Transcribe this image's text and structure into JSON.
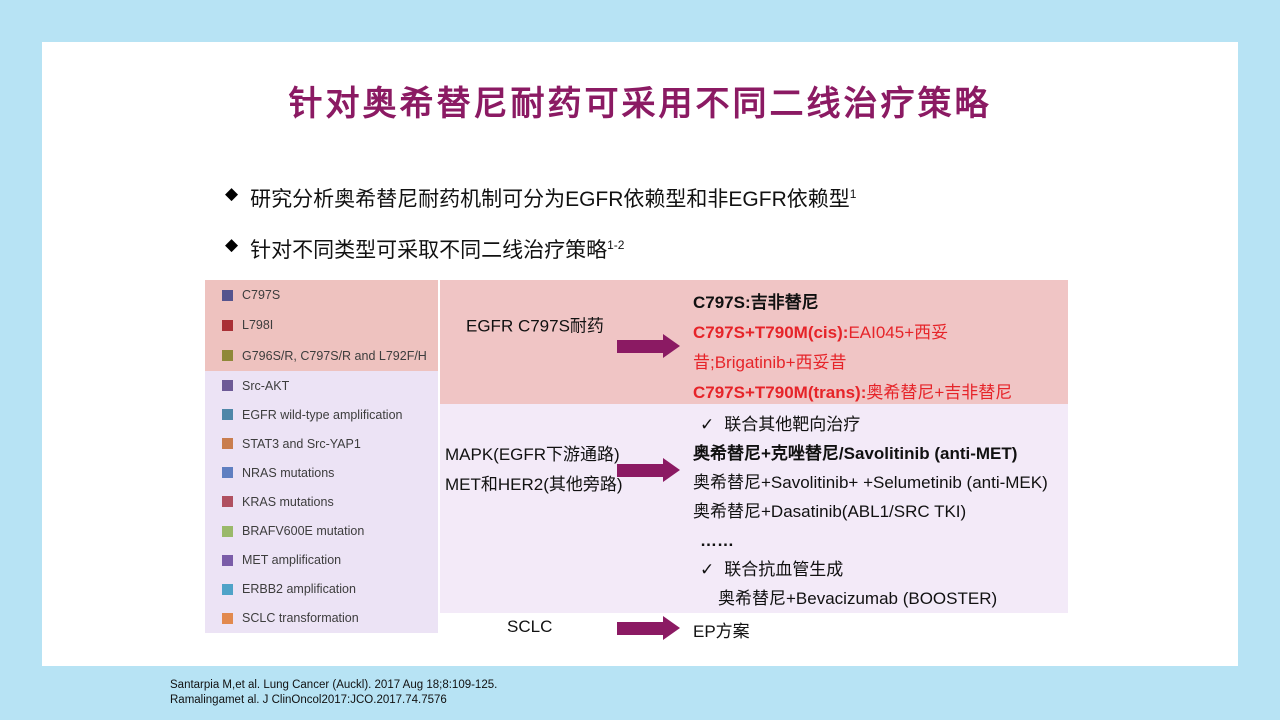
{
  "colors": {
    "page_background": "#b7e3f4",
    "slide_background": "#ffffff",
    "accent_magenta": "#8b1a63",
    "alert_red": "#e62429",
    "panel_pink": "#f0c5c5",
    "panel_lavender": "#f3eaf8",
    "sidebar_pink": "#eec2bf",
    "sidebar_lavender": "#ece3f5"
  },
  "title": "针对奥希替尼耐药可采用不同二线治疗策略",
  "bullets": [
    {
      "diamond": "◆",
      "text": "研究分析奥希替尼耐药机制可分为EGFR依赖型和非EGFR依赖型",
      "sup": "1"
    },
    {
      "diamond": "◆",
      "text": "针对不同类型可采取不同二线治疗策略",
      "sup": "1-2"
    }
  ],
  "sidebar": {
    "items": [
      {
        "label": "C797S",
        "color": "#55548e"
      },
      {
        "label": "L798I",
        "color": "#a93036"
      },
      {
        "label": "G796S/R, C797S/R and L792F/H",
        "color": "#8f8838"
      },
      {
        "label": "Src-AKT",
        "color": "#6d5a96"
      },
      {
        "label": "EGFR wild-type amplification",
        "color": "#4f87a8"
      },
      {
        "label": "STAT3 and Src-YAP1",
        "color": "#c97d4e"
      },
      {
        "label": "NRAS mutations",
        "color": "#5f7fc1"
      },
      {
        "label": "KRAS mutations",
        "color": "#b05060"
      },
      {
        "label": "BRAFV600E mutation",
        "color": "#9ab96a"
      },
      {
        "label": "MET amplification",
        "color": "#7a5ca8"
      },
      {
        "label": "ERBB2 amplification",
        "color": "#4fa3c8"
      },
      {
        "label": "SCLC transformation",
        "color": "#e2894e"
      }
    ]
  },
  "rows": {
    "egfr": {
      "label": "EGFR C797S耐药",
      "line1": "C797S:吉非替尼",
      "line2_bold": "C797S+T790M(cis):",
      "line2_rest": "EAI045+西妥",
      "line3": "昔;Brigatinib+西妥昔",
      "line4_bold": "C797S+T790M(trans):",
      "line4_rest": "奥希替尼+吉非替尼"
    },
    "bypass": {
      "label_line1": "MAPK(EGFR下游通路)",
      "label_line2": "MET和HER2(其他旁路)",
      "check1_icon": "✓",
      "check1_text": "联合其他靶向治疗",
      "combo1": "奥希替尼+克唑替尼/Savolitinib (anti-MET)",
      "combo2": "奥希替尼+Savolitinib+ +Selumetinib (anti-MEK)",
      "combo3": "奥希替尼+Dasatinib(ABL1/SRC TKI)",
      "dots": "……",
      "check2_icon": "✓",
      "check2_text": "联合抗血管生成",
      "combo4": "奥希替尼+Bevacizumab (BOOSTER)"
    },
    "sclc": {
      "label": "SCLC",
      "treatment": "EP方案"
    }
  },
  "footer": {
    "ref1": "Santarpia M,et al. Lung Cancer (Auckl). 2017 Aug 18;8:109-125.",
    "ref2": "Ramalingamet al. J ClinOncol2017:JCO.2017.74.7576"
  }
}
